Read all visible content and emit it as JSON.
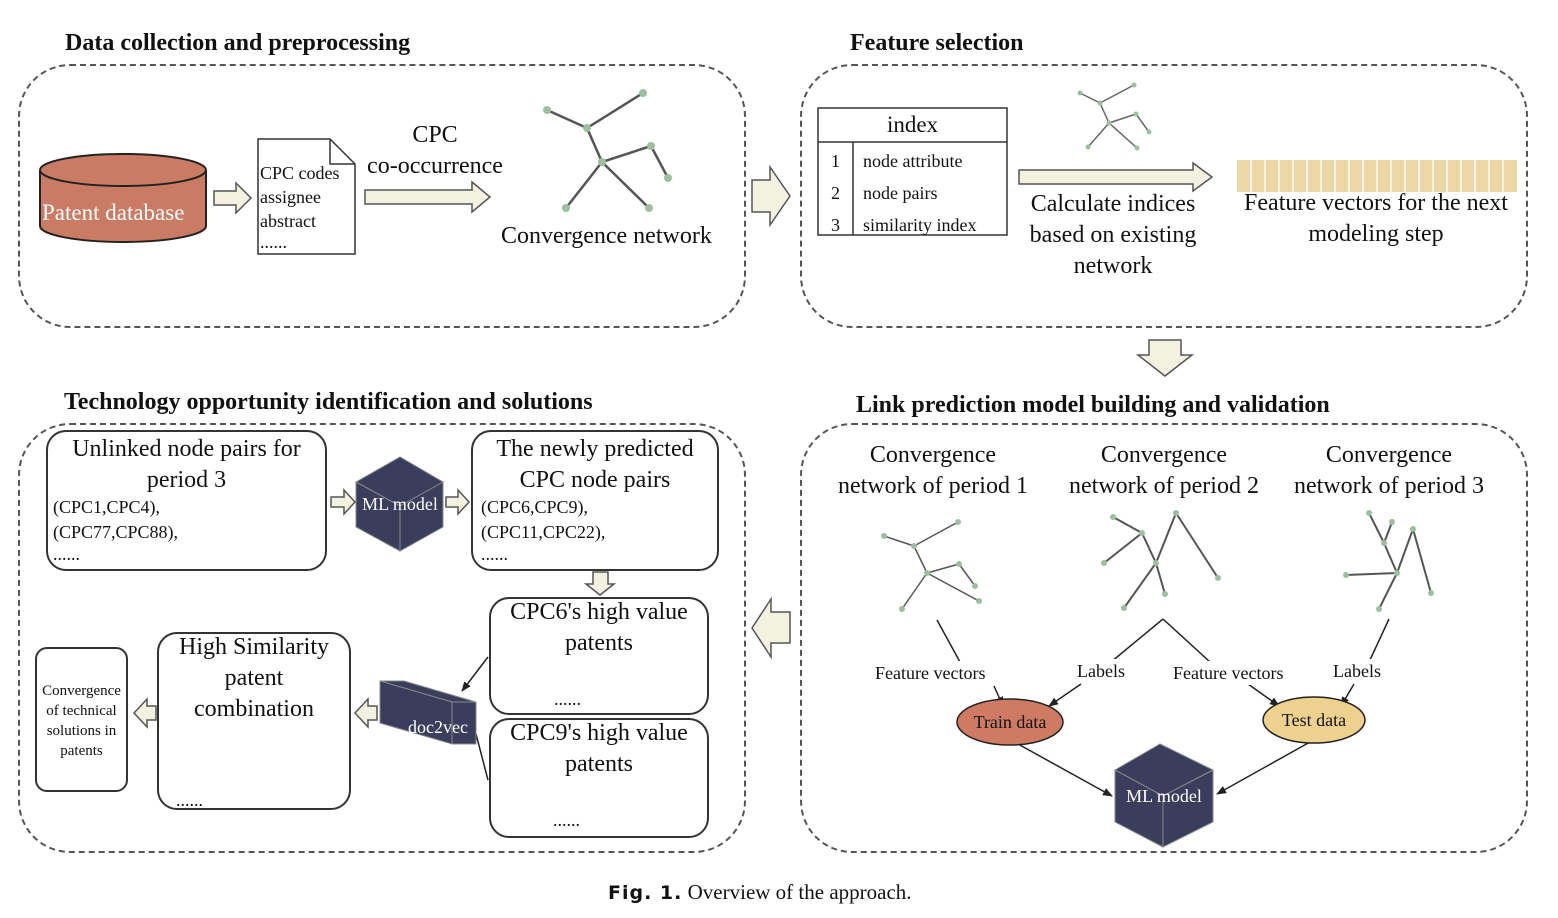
{
  "sections": {
    "data_collection": {
      "title": "Data collection and preprocessing"
    },
    "feature_selection": {
      "title": "Feature selection"
    },
    "technology": {
      "title": "Technology opportunity identification and solutions"
    },
    "link_prediction": {
      "title": "Link prediction model building and validation"
    }
  },
  "data_collection": {
    "database": "Patent database",
    "doc_lines": [
      "CPC codes",
      "assignee",
      "abstract",
      "......"
    ],
    "arrow_label": [
      "CPC",
      "co-occurrence"
    ],
    "network_label": "Convergence network"
  },
  "feature_selection": {
    "table_header": "index",
    "rows": [
      {
        "num": "1",
        "label": "node attribute"
      },
      {
        "num": "2",
        "label": "node pairs"
      },
      {
        "num": "3",
        "label": "similarity index"
      }
    ],
    "calc_text": [
      "Calculate indices",
      "based on existing",
      "network"
    ],
    "vector_text": [
      "Feature vectors for the next",
      "modeling step"
    ]
  },
  "link_prediction": {
    "period1": [
      "Convergence",
      "network of period 1"
    ],
    "period2": [
      "Convergence",
      "network of period 2"
    ],
    "period3": [
      "Convergence",
      "network of period 3"
    ],
    "feature_vectors_1": "Feature vectors",
    "labels_1": "Labels",
    "feature_vectors_2": "Feature vectors",
    "labels_2": "Labels",
    "train": "Train data",
    "test": "Test data",
    "model": "ML model"
  },
  "technology": {
    "unlinked_title": [
      "Unlinked node pairs for",
      "period 3"
    ],
    "unlinked_items": [
      "(CPC1,CPC4),",
      "(CPC77,CPC88),",
      "......"
    ],
    "ml_model": "ML model",
    "predicted_title": [
      "The newly predicted",
      "CPC node pairs"
    ],
    "predicted_items": [
      "(CPC6,CPC9),",
      "(CPC11,CPC22),",
      "......"
    ],
    "cpc6_title": [
      "CPC6's high value",
      "patents"
    ],
    "cpc9_title": [
      "CPC9's high value",
      "patents"
    ],
    "more": "......",
    "doc2vec": "doc2vec",
    "similarity_title": [
      "High Similarity",
      "patent",
      "combination"
    ],
    "convergence_text": [
      "Convergence",
      "of technical",
      "solutions in",
      "patents"
    ]
  },
  "caption": {
    "label": "Fig. 1.",
    "text": "Overview of the approach."
  },
  "colors": {
    "database": "#c97b63",
    "train": "#cf7a62",
    "test": "#ecd18f",
    "cube": "#3b3d5c",
    "node": "#9cc09f",
    "doc_orange": "#d8826a",
    "doc_green": "#9fc3a6",
    "arrow_fill": "#f3f1e0",
    "feature_bar": "#ecd8a4"
  }
}
